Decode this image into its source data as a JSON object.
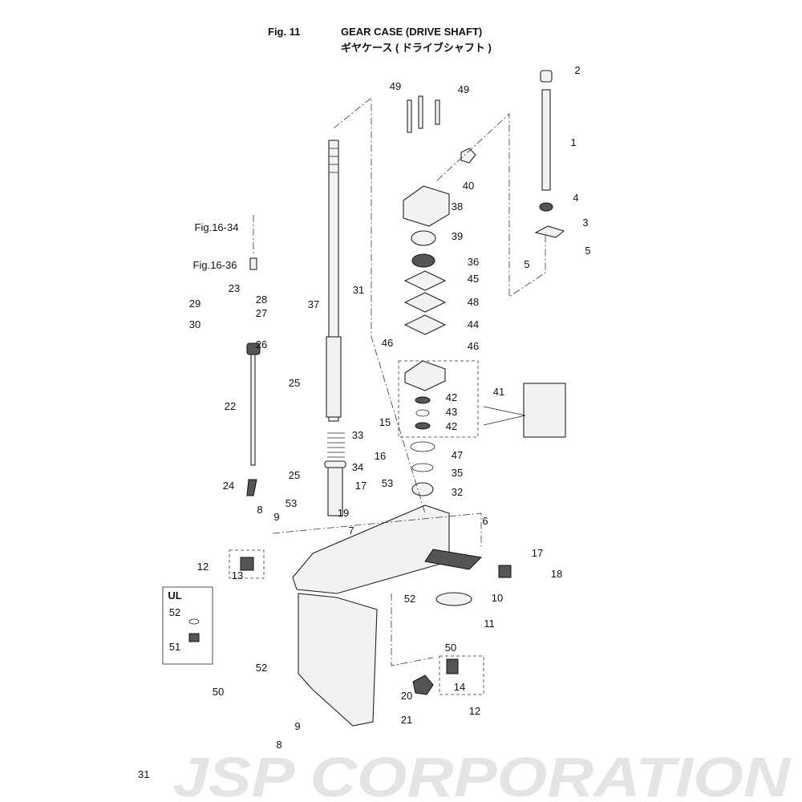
{
  "header": {
    "fig_number": "Fig. 11",
    "title_en": "GEAR CASE (DRIVE SHAFT)",
    "title_jp": "ギヤケース ( ドライブシャフト )"
  },
  "watermark": "JSP CORPORATION",
  "page_number": "31",
  "callouts": [
    "2",
    "1",
    "4",
    "3",
    "5",
    "5",
    "49",
    "49",
    "40",
    "38",
    "39",
    "36",
    "45",
    "48",
    "44",
    "46",
    "46",
    "41",
    "42",
    "43",
    "42",
    "47",
    "35",
    "32",
    "15",
    "16",
    "17",
    "53",
    "53",
    "19",
    "7",
    "6",
    "31",
    "37",
    "33",
    "34",
    "Fig.16-34",
    "Fig.16-36",
    "23",
    "28",
    "27",
    "29",
    "30",
    "26",
    "25",
    "22",
    "24",
    "25",
    "8",
    "9",
    "12",
    "13",
    "17",
    "18",
    "10",
    "52",
    "11",
    "50",
    "14",
    "12",
    "20",
    "21",
    "UL",
    "52",
    "51",
    "52",
    "50",
    "9",
    "8"
  ]
}
